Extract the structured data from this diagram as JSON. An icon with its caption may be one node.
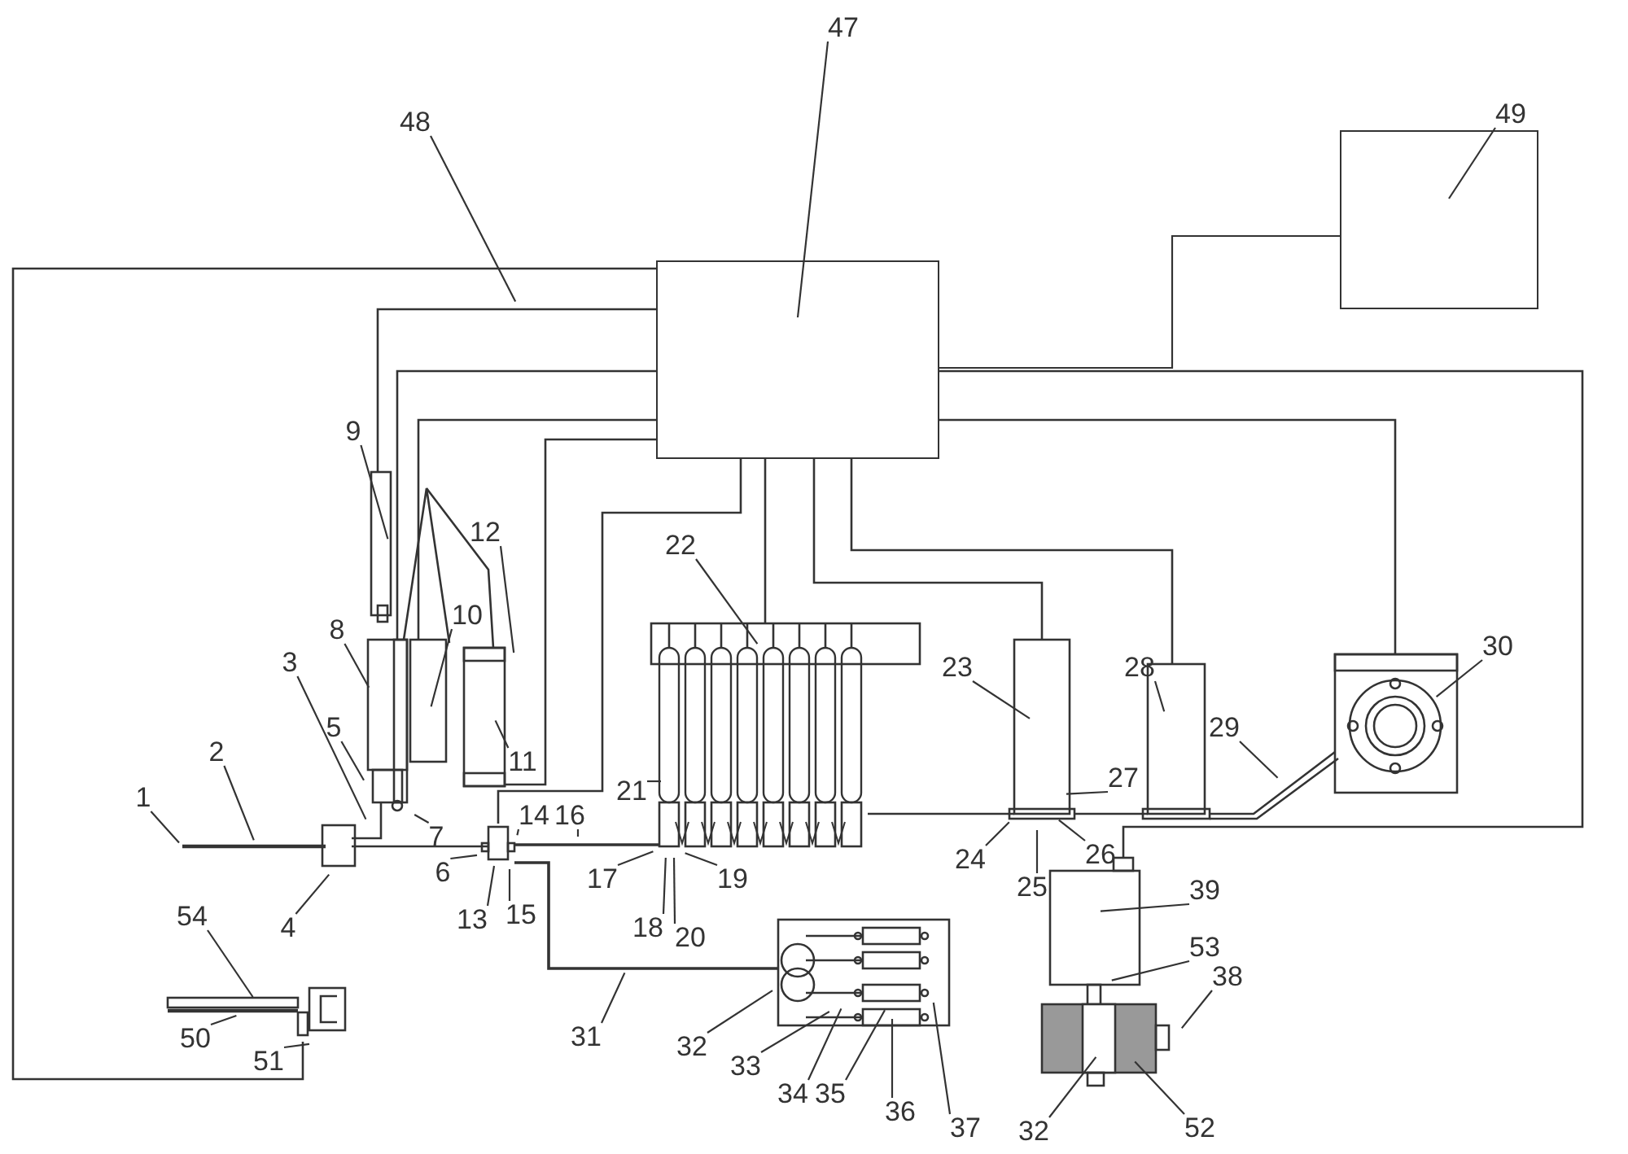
{
  "diagram": {
    "nodes": [
      {
        "text": [],
        "shape": "box"
      },
      {
        "text": [],
        "shape": "box"
      },
      {
        "text": [
          "47"
        ]
      },
      {
        "text": [
          "49"
        ]
      },
      {
        "text": [
          "48"
        ]
      },
      {
        "text": [
          "9"
        ]
      },
      {
        "text": [
          "12"
        ]
      },
      {
        "text": [
          "8"
        ]
      },
      {
        "text": [
          "10"
        ]
      },
      {
        "text": [
          "3"
        ]
      },
      {
        "text": [
          "5"
        ]
      },
      {
        "text": [
          "22"
        ]
      },
      {
        "text": [
          "23"
        ]
      },
      {
        "text": [
          "28"
        ]
      },
      {
        "text": [
          "29"
        ]
      },
      {
        "text": [
          "30"
        ]
      },
      {
        "text": [
          "1"
        ]
      },
      {
        "text": [
          "2"
        ]
      },
      {
        "text": [
          "11"
        ]
      },
      {
        "text": [
          "7"
        ]
      },
      {
        "text": [
          "27"
        ]
      },
      {
        "text": [
          "14"
        ]
      },
      {
        "text": [
          "16"
        ]
      },
      {
        "text": [
          "21"
        ]
      },
      {
        "text": [
          "24"
        ]
      },
      {
        "text": [
          "25"
        ]
      },
      {
        "text": [
          "26"
        ]
      },
      {
        "text": [
          "17"
        ]
      },
      {
        "text": [
          "19"
        ]
      },
      {
        "text": [
          "6"
        ]
      },
      {
        "text": [
          "4"
        ]
      },
      {
        "text": [
          "13"
        ]
      },
      {
        "text": [
          "15"
        ]
      },
      {
        "text": [
          "18"
        ]
      },
      {
        "text": [
          "20"
        ]
      },
      {
        "text": [
          "39"
        ]
      },
      {
        "text": [
          "53"
        ]
      },
      {
        "text": [
          "38"
        ]
      },
      {
        "text": [
          "54"
        ]
      },
      {
        "text": [
          "50"
        ]
      },
      {
        "text": [
          "51"
        ]
      },
      {
        "text": [
          "31"
        ]
      },
      {
        "text": [
          "32"
        ]
      },
      {
        "text": [
          "33"
        ]
      },
      {
        "text": [
          "34"
        ]
      },
      {
        "text": [
          "35"
        ]
      },
      {
        "text": [
          "36"
        ]
      },
      {
        "text": [
          "37"
        ]
      },
      {
        "text": [
          "32"
        ]
      },
      {
        "text": [
          "52"
        ]
      }
    ],
    "edges": [
      {
        "from": 0,
        "to": 1,
        "arrow": "none"
      },
      {
        "from": 2,
        "to": 0,
        "arrow": "none"
      },
      {
        "from": 3,
        "to": 1,
        "arrow": "none"
      },
      {
        "from": 4,
        "to": null,
        "arrow": "none"
      },
      {
        "from": 5,
        "to": null,
        "arrow": "none"
      },
      {
        "from": 6,
        "to": null,
        "arrow": "none"
      },
      {
        "from": 7,
        "to": null,
        "arrow": "none"
      },
      {
        "from": 8,
        "to": null,
        "arrow": "none"
      },
      {
        "from": 9,
        "to": null,
        "arrow": "none"
      },
      {
        "from": 10,
        "to": null,
        "arrow": "none"
      },
      {
        "from": 11,
        "to": null,
        "arrow": "none"
      },
      {
        "from": 12,
        "to": null,
        "arrow": "none"
      },
      {
        "from": 13,
        "to": null,
        "arrow": "none"
      },
      {
        "from": 14,
        "to": null,
        "arrow": "none"
      },
      {
        "from": 15,
        "to": null,
        "arrow": "none"
      },
      {
        "from": 16,
        "to": null,
        "arrow": "none"
      },
      {
        "from": 17,
        "to": null,
        "arrow": "none"
      },
      {
        "from": 18,
        "to": null,
        "arrow": "none"
      },
      {
        "from": 19,
        "to": null,
        "arrow": "none"
      },
      {
        "from": 20,
        "to": null,
        "arrow": "none"
      },
      {
        "from": 21,
        "to": null,
        "arrow": "none"
      },
      {
        "from": 22,
        "to": null,
        "arrow": "none"
      },
      {
        "from": 23,
        "to": null,
        "arrow": "none"
      },
      {
        "from": 24,
        "to": null,
        "arrow": "none"
      },
      {
        "from": 25,
        "to": null,
        "arrow": "none"
      },
      {
        "from": 26,
        "to": null,
        "arrow": "none"
      },
      {
        "from": 27,
        "to": null,
        "arrow": "none"
      },
      {
        "from": 28,
        "to": null,
        "arrow": "none"
      },
      {
        "from": 29,
        "to": null,
        "arrow": "none"
      },
      {
        "from": 30,
        "to": null,
        "arrow": "none"
      },
      {
        "from": 31,
        "to": null,
        "arrow": "none"
      },
      {
        "from": 32,
        "to": null,
        "arrow": "none"
      },
      {
        "from": 33,
        "to": null,
        "arrow": "none"
      },
      {
        "from": 34,
        "to": null,
        "arrow": "none"
      },
      {
        "from": 35,
        "to": null,
        "arrow": "none"
      },
      {
        "from": 36,
        "to": null,
        "arrow": "none"
      },
      {
        "from": 37,
        "to": null,
        "arrow": "none"
      },
      {
        "from": 38,
        "to": null,
        "arrow": "none"
      },
      {
        "from": 39,
        "to": null,
        "arrow": "none"
      },
      {
        "from": 40,
        "to": null,
        "arrow": "none"
      },
      {
        "from": 41,
        "to": null,
        "arrow": "none"
      },
      {
        "from": 42,
        "to": null,
        "arrow": "none"
      },
      {
        "from": 43,
        "to": null,
        "arrow": "none"
      },
      {
        "from": 44,
        "to": null,
        "arrow": "none"
      },
      {
        "from": 45,
        "to": null,
        "arrow": "none"
      },
      {
        "from": 46,
        "to": null,
        "arrow": "none"
      },
      {
        "from": 47,
        "to": null,
        "arrow": "none"
      },
      {
        "from": 48,
        "to": null,
        "arrow": "none"
      },
      {
        "from": 49,
        "to": null,
        "arrow": "none"
      }
    ]
  }
}
